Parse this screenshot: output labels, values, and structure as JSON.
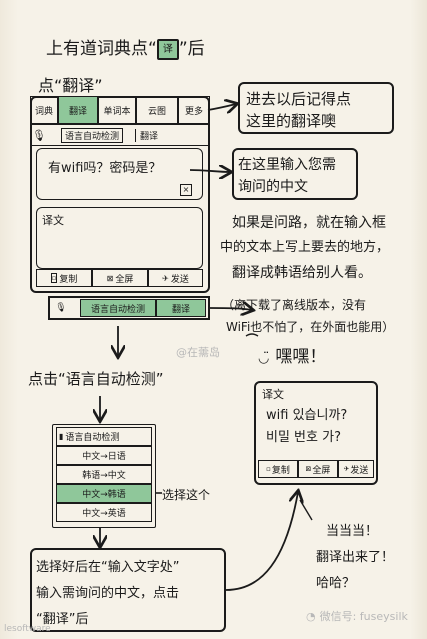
{
  "heading": {
    "line1_pre": "上有道词典点“",
    "line1_post": "”后",
    "line2": "点“翻译”"
  },
  "app1": {
    "tabs": [
      "词典",
      "翻译",
      "单词本",
      "云图",
      "更多"
    ],
    "lang_selector": "语言自动检测",
    "translate_button": "翻译",
    "input_text": "有wifi吗？密码是？",
    "output_label": "译文",
    "bottom_buttons": [
      "复制",
      "全屏",
      "发送"
    ]
  },
  "notes": {
    "note1": [
      "进去以后记得点",
      "这里的翻译噢"
    ],
    "note2": [
      "在这里输入您需",
      "询问的中文"
    ],
    "paragraph": [
      "如果是问路，就在输入框",
      "中的文本上写上要去的地方，",
      "翻译成韩语给别人看。",
      "（离下载了离线版本，没有",
      "WiFi也不怕了，在外面也能用）",
      "嘿嘿！"
    ],
    "step2": "点击“语言自动检测”",
    "hint": "选择这个",
    "bottom": [
      "选择好后在“输入文字处”",
      "输入需询问的中文，点击",
      "“翻译”后"
    ],
    "done": [
      "当当当！",
      "翻译出来了！",
      "哈哈？"
    ]
  },
  "app2": {
    "lang_selector": "语言自动检测",
    "translate_button": "翻译"
  },
  "dropdown": {
    "items": [
      "语言自动检测",
      "中文→日语",
      "韩语→中文",
      "中文→韩语",
      "中文→英语"
    ],
    "selected_index": 3
  },
  "result": {
    "label": "译文",
    "line1": "wifi 있습니까?",
    "line2": "비밀 번호 가?",
    "buttons": [
      "复制",
      "全屏",
      "发送"
    ]
  },
  "watermark": {
    "mid": "@在薷岛",
    "bottom_right": "微信号: fuseysilk",
    "bottom_left": "lesoftware"
  }
}
